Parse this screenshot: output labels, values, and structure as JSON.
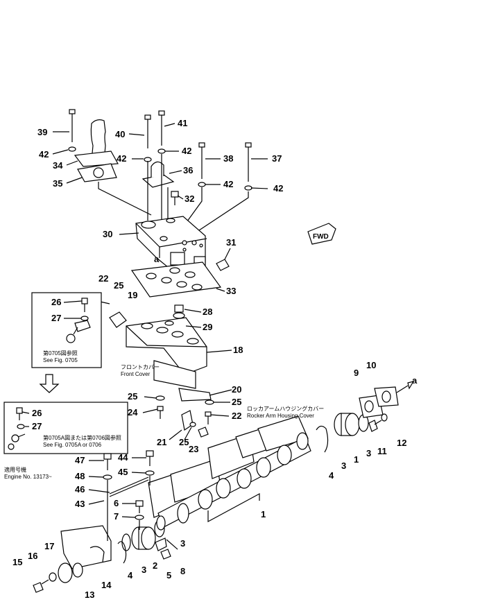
{
  "callouts": {
    "n1": "1",
    "n2": "2",
    "n3": "3",
    "n4": "4",
    "n5": "5",
    "n6": "6",
    "n7": "7",
    "n8": "8",
    "n9": "9",
    "n10": "10",
    "n11": "11",
    "n12": "12",
    "n13": "13",
    "n14": "14",
    "n15": "15",
    "n16": "16",
    "n17": "17",
    "n18": "18",
    "n19": "19",
    "n20": "20",
    "n21": "21",
    "n22": "22",
    "n23": "23",
    "n24": "24",
    "n25": "25",
    "n26": "26",
    "n27": "27",
    "n28": "28",
    "n29": "29",
    "n30": "30",
    "n31": "31",
    "n32": "32",
    "n33": "33",
    "n34": "34",
    "n35": "35",
    "n36": "36",
    "n37": "37",
    "n38": "38",
    "n39": "39",
    "n40": "40",
    "n41": "41",
    "n42": "42",
    "n43": "43",
    "n44": "44",
    "n45": "45",
    "n46": "46",
    "n47": "47",
    "n48": "48",
    "a": "a"
  },
  "labels": {
    "fwd": "FWD",
    "front_cover_jp": "フロントカバー",
    "front_cover_en": "Front Cover",
    "rocker_cover_jp": "ロッカアームハウジングカバー",
    "rocker_cover_en": "Rocker Arm Housing Cover",
    "see_fig_jp": "第0705図参照",
    "see_fig_en": "See Fig. 0705",
    "see_fig2_jp": "第0705A図または第0706図参照",
    "see_fig2_en": "See Fig. 0705A or 0706",
    "applicable_jp": "適用号機",
    "engine_no": "Engine No. 13173~"
  }
}
